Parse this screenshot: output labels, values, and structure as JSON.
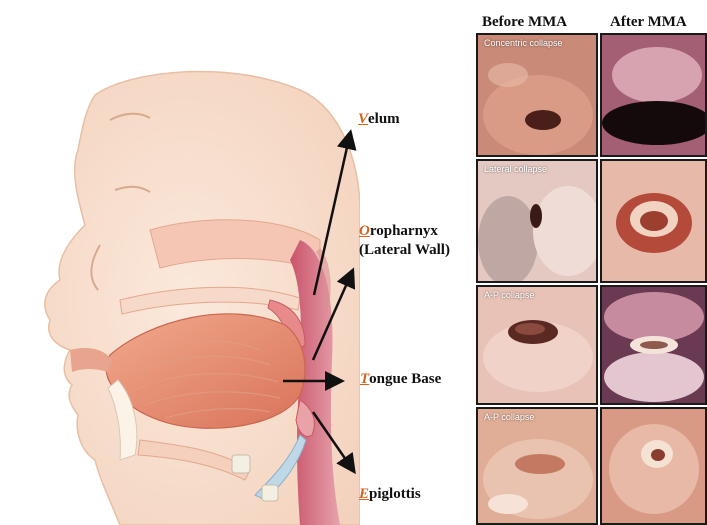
{
  "columns": {
    "before": "Before MMA",
    "after": "After MMA"
  },
  "regions": [
    {
      "first": "V",
      "rest": "elum"
    },
    {
      "first": "O",
      "rest": "ropharnyx",
      "line2": "(Lateral Wall)"
    },
    {
      "first": "T",
      "rest": "ongue Base"
    },
    {
      "first": "E",
      "rest": "piglottis"
    }
  ],
  "rows": [
    {
      "caption": "Concentric collapse"
    },
    {
      "caption": "Lateral collapse"
    },
    {
      "caption": "A-P collapse"
    },
    {
      "caption": "A-P collapse"
    }
  ],
  "colors": {
    "highlight": "#d4621e",
    "frame": "#1a1a1a",
    "arrow": "#111111"
  }
}
